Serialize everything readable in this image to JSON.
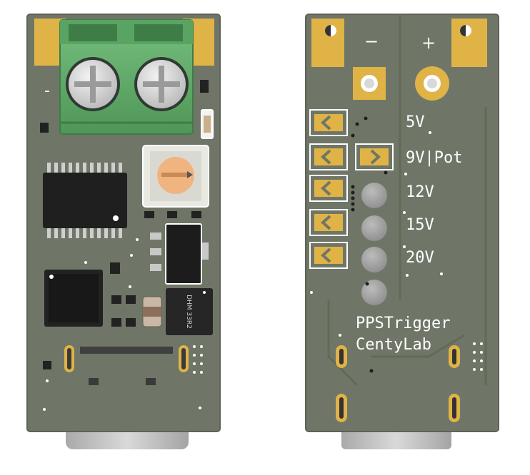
{
  "front": {
    "minus_label": "-",
    "inductor_marking": "DHM 33R2"
  },
  "back": {
    "minus_label": "−",
    "plus_label": "+",
    "voltage_labels": [
      "5V",
      "9V|Pot",
      "12V",
      "15V",
      "20V"
    ],
    "title_line1": "PPSTrigger",
    "title_line2": "CentyLab"
  },
  "colors": {
    "pcb": "#6f7667",
    "pcb_dark": "#585f52",
    "gold": "#e0b347",
    "silkscreen": "#ffffff",
    "terminal_green": "#66b06f",
    "usb_silver": "#c6c6c6"
  }
}
